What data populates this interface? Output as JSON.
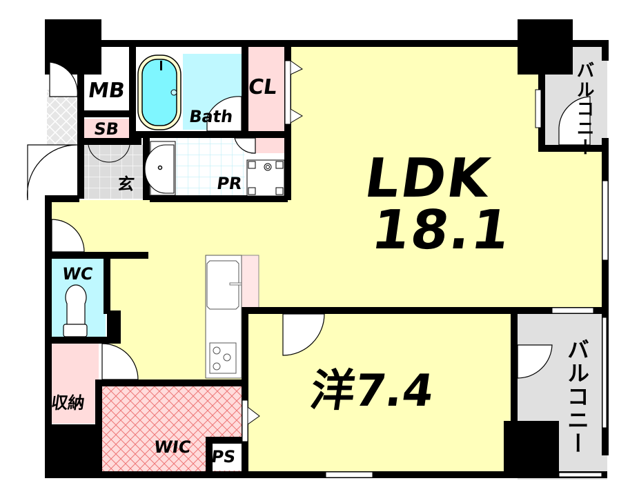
{
  "floor_plan": {
    "colors": {
      "wall": "#000000",
      "living": "#ffffbb",
      "wet_area": "#bff8ff",
      "storage": "#ffdcdc",
      "entrance_tile": "#dcdcdc",
      "balcony": "#e0e0e0",
      "wic_hatch": "#f08080"
    },
    "rooms": {
      "ldk": {
        "name": "LDK",
        "size": "18.1"
      },
      "western": {
        "name": "洋",
        "size": "7.4"
      },
      "bath": {
        "label": "Bath"
      },
      "powder_room": {
        "label": "PR"
      },
      "closet": {
        "label": "CL"
      },
      "meter_box": {
        "label": "MB"
      },
      "shoe_box": {
        "label": "SB"
      },
      "entrance": {
        "label": "玄"
      },
      "toilet": {
        "label": "WC"
      },
      "storage": {
        "label": "収納"
      },
      "walk_in_closet": {
        "label": "WIC"
      },
      "pipe_space": {
        "label": "PS"
      },
      "balcony_north": {
        "label": "バルコニー"
      },
      "balcony_south": {
        "label": "バルコニー"
      }
    }
  }
}
